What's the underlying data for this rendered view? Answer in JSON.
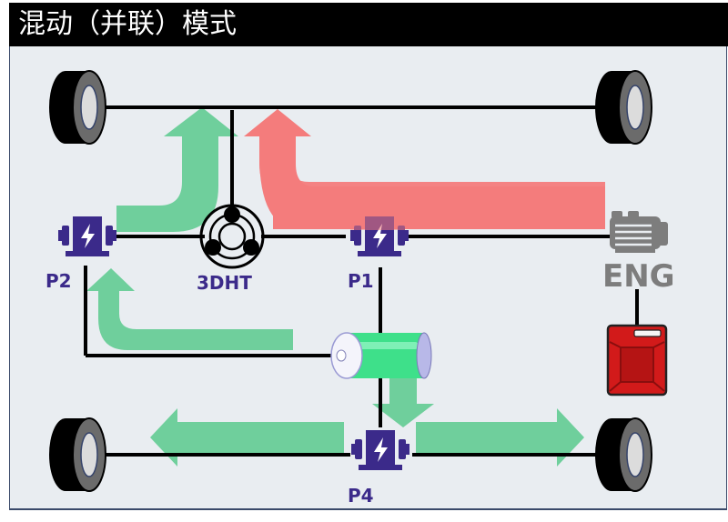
{
  "title": "混动（并联）模式",
  "colors": {
    "electric_flow": "#6fcf9c",
    "engine_flow": "#f47c7c",
    "motor": "#3b2a8a",
    "engine": "#7d7d7d",
    "fuel_can": "#d21a1a",
    "battery": "#3ee08a",
    "panel_bg": "#e9edf1"
  },
  "components": {
    "p2": {
      "label": "P2",
      "icon": "electric-motor-icon"
    },
    "dht": {
      "label": "3DHT",
      "icon": "planetary-gear-icon"
    },
    "p1": {
      "label": "P1",
      "icon": "electric-motor-icon"
    },
    "engine": {
      "label": "ENG",
      "icon": "engine-icon"
    },
    "fuel": {
      "icon": "fuel-can-icon"
    },
    "battery": {
      "icon": "battery-icon"
    },
    "p4": {
      "label": "P4",
      "icon": "electric-motor-icon"
    }
  },
  "flows": [
    {
      "name": "engine-to-front-axle",
      "type": "engine"
    },
    {
      "name": "p2-to-front-axle",
      "type": "electric"
    },
    {
      "name": "battery-to-p2",
      "type": "electric"
    },
    {
      "name": "battery-to-p4",
      "type": "electric"
    },
    {
      "name": "p4-to-rear-left-wheel",
      "type": "electric"
    },
    {
      "name": "p4-to-rear-right-wheel",
      "type": "electric"
    }
  ]
}
